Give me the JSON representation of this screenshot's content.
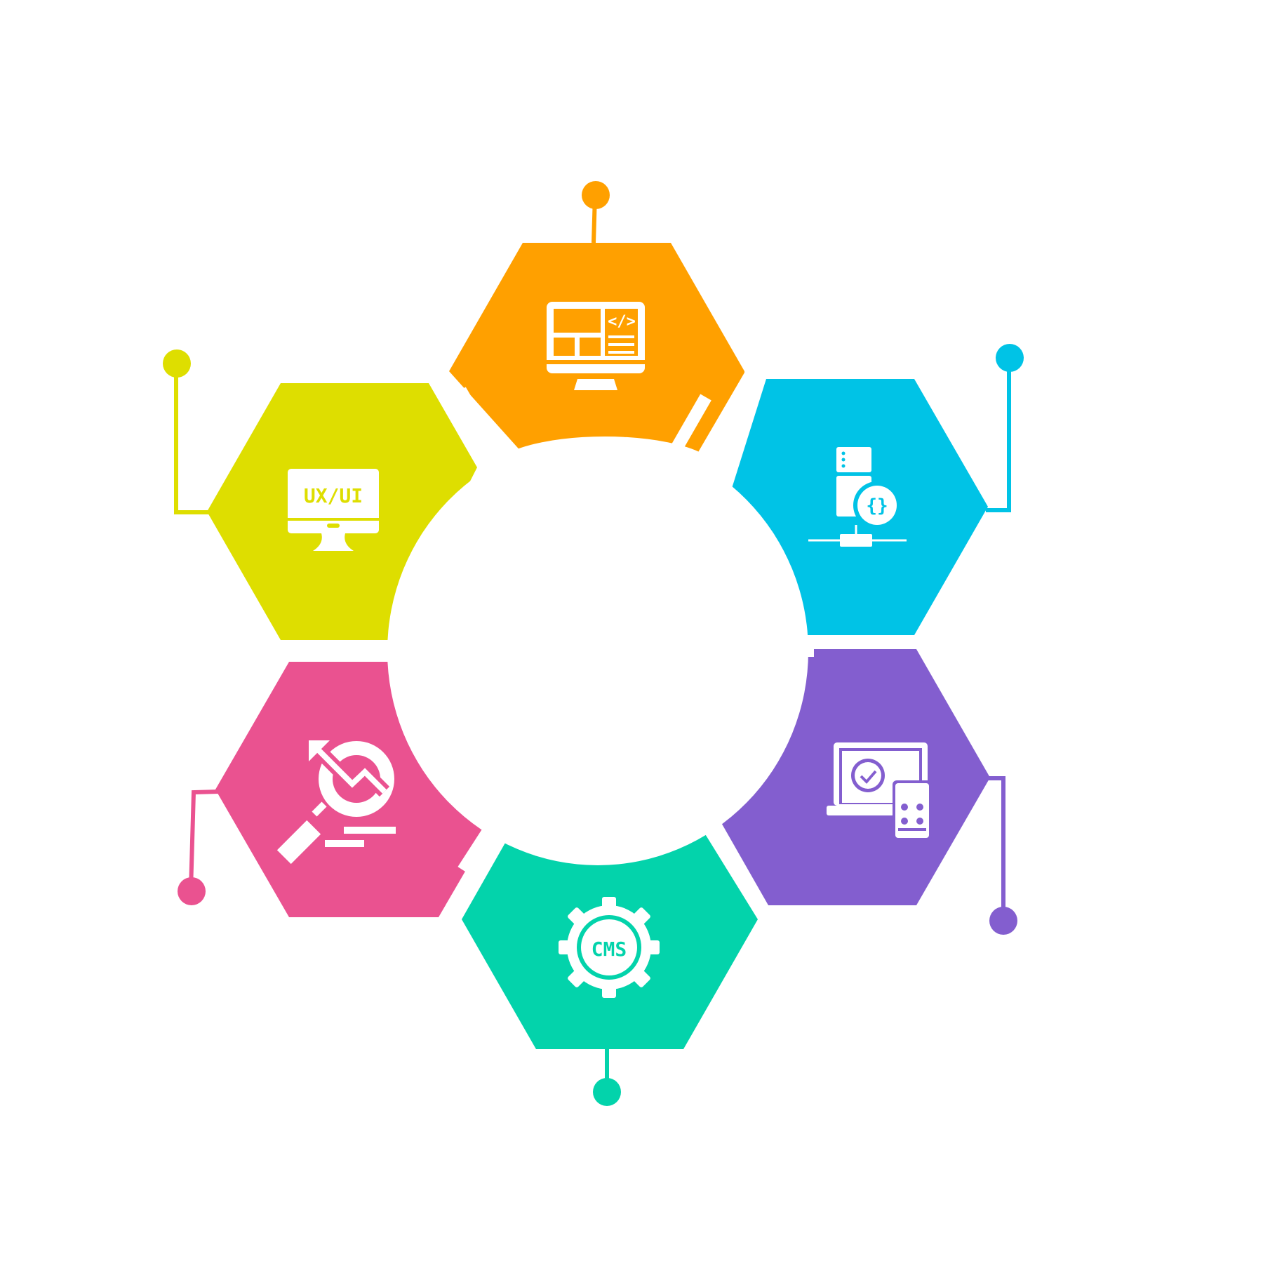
{
  "diagram": {
    "segments": [
      {
        "id": "web-development",
        "icon": "monitor-code-icon",
        "color": "#FFA000",
        "label": ""
      },
      {
        "id": "backend-api",
        "icon": "server-api-icon",
        "color": "#00C3E6",
        "label": ""
      },
      {
        "id": "responsive-design",
        "icon": "devices-check-icon",
        "color": "#835ECF",
        "label": ""
      },
      {
        "id": "cms",
        "icon": "cms-gear-icon",
        "color": "#03D3AB",
        "label": "CMS"
      },
      {
        "id": "seo-analytics",
        "icon": "search-growth-icon",
        "color": "#EA5290",
        "label": ""
      },
      {
        "id": "ux-ui-design",
        "icon": "ux-ui-monitor-icon",
        "color": "#DEDE00",
        "label": "UX/UI"
      }
    ]
  }
}
